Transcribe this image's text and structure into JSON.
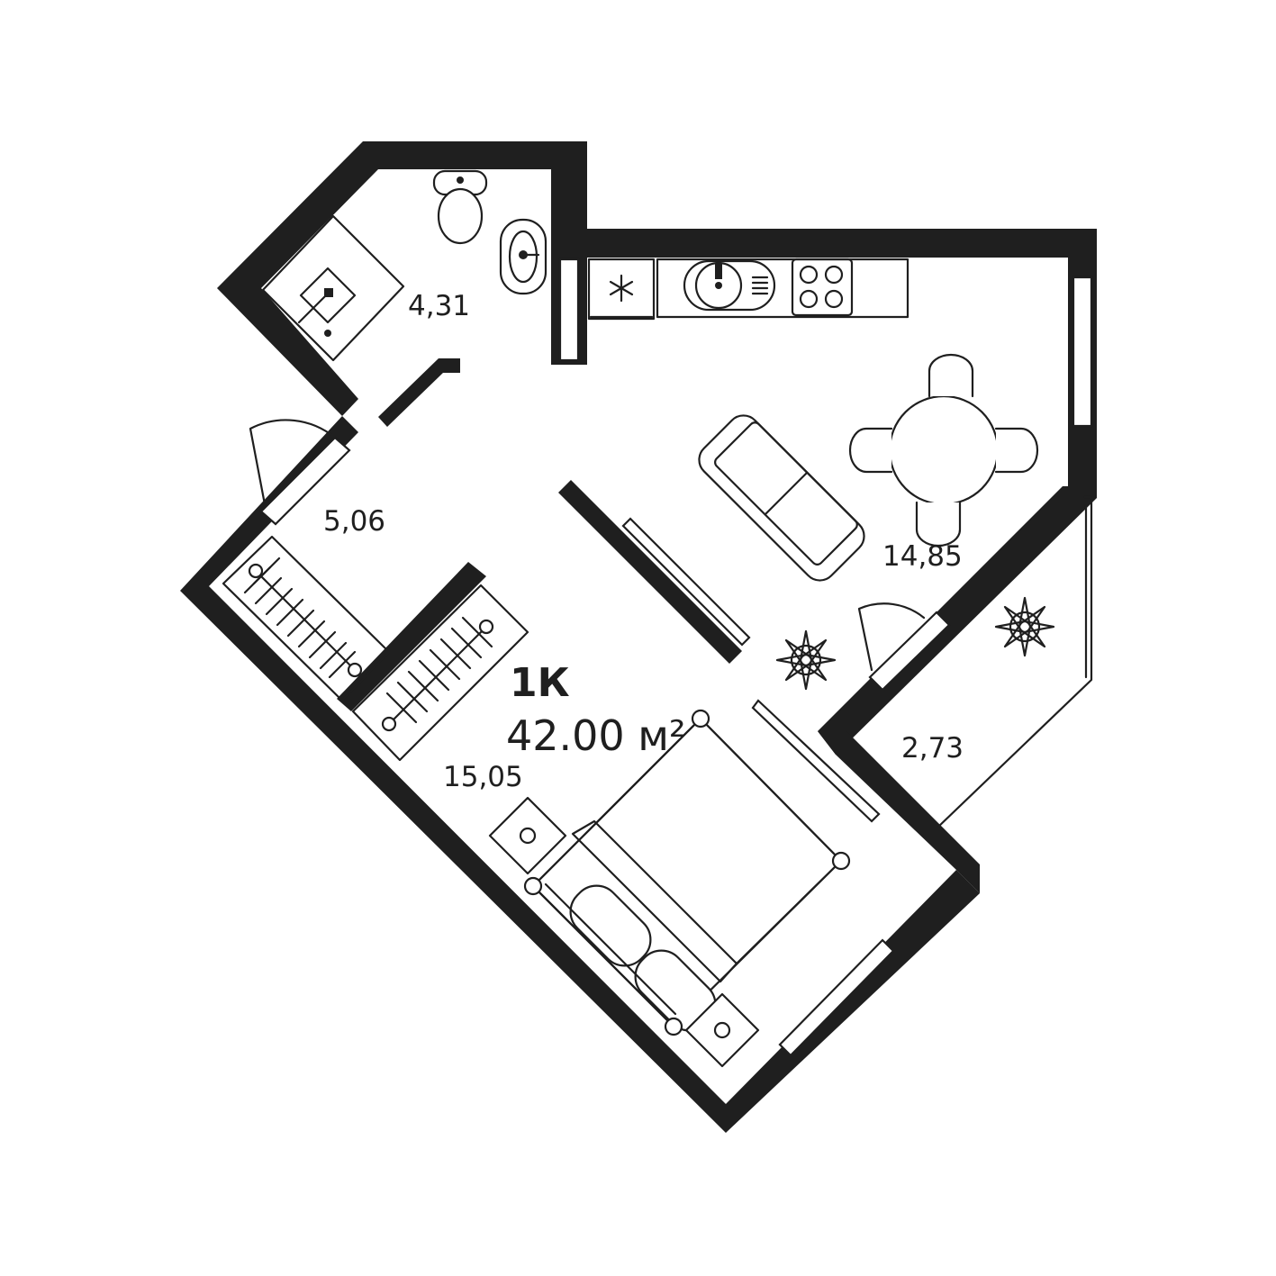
{
  "apartment": {
    "type": "1К",
    "total_area": "42.00 м²"
  },
  "rooms": [
    {
      "id": "bathroom",
      "area": "4,31"
    },
    {
      "id": "hallway",
      "area": "5,06"
    },
    {
      "id": "kitchen-living",
      "area": "14,85"
    },
    {
      "id": "bedroom",
      "area": "15,05"
    },
    {
      "id": "balcony",
      "area": "2,73"
    }
  ],
  "icons": {
    "fridge": "snowflake-icon",
    "sink": "kitchen-sink-icon",
    "stove": "stove-icon",
    "plant": "plant-icon",
    "toilet": "toilet-icon",
    "washbasin": "washbasin-icon",
    "shower": "shower-icon"
  },
  "colors": {
    "wall": "#1f1f1f",
    "background": "#ffffff"
  }
}
